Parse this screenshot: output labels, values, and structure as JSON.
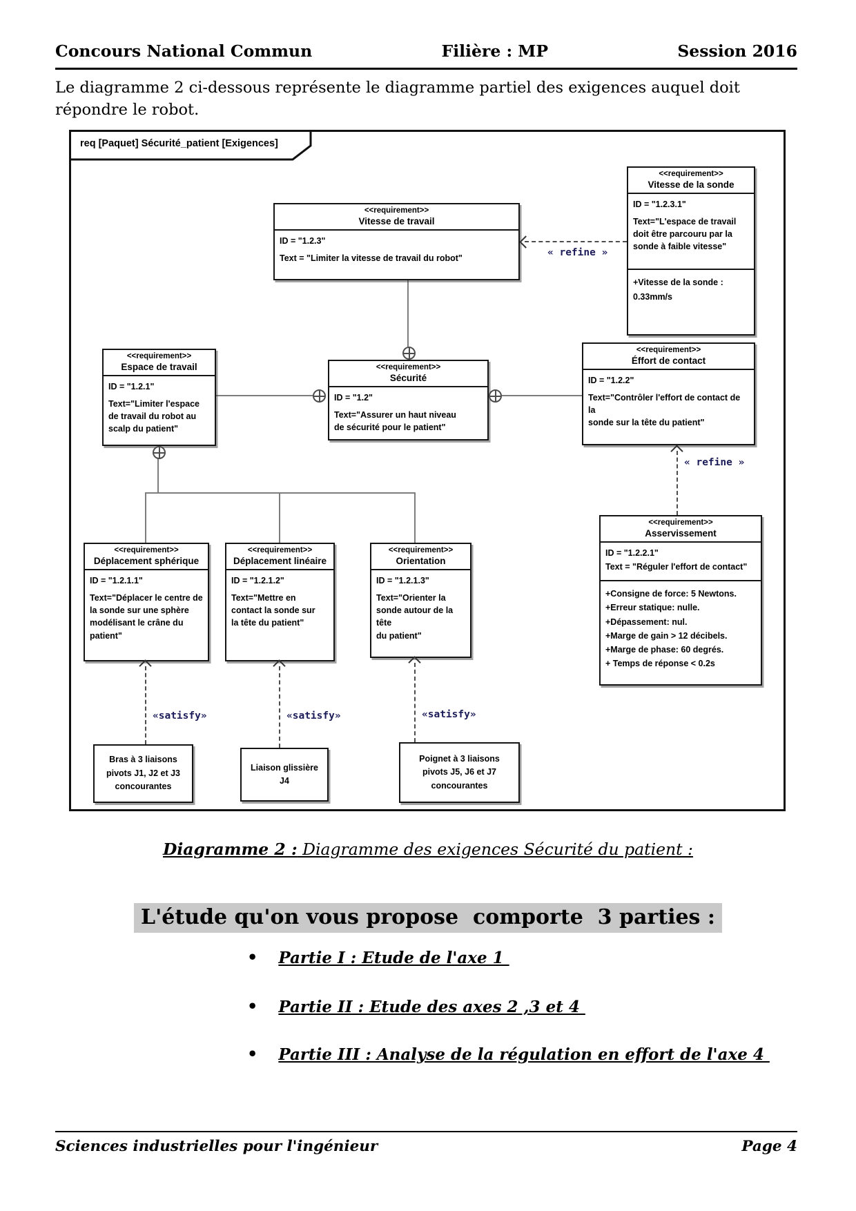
{
  "header": {
    "left": "Concours National Commun",
    "center": "Filière : MP",
    "right": "Session 2016"
  },
  "intro": "Le diagramme 2  ci-dessous représente le diagramme partiel des exigences auquel doit\nrépondre le robot.",
  "diagram": {
    "frame_label": "req [Paquet] Sécurité_patient [Exigences]",
    "stereotype": "<<requirement>>",
    "refine_label": "« refine »",
    "satisfy_label": "«satisfy»",
    "boxes": {
      "vitesse_travail": {
        "name": "Vitesse de travail",
        "id": "ID = \"1.2.3\"",
        "text": "Text = \"Limiter la vitesse de travail du robot\""
      },
      "vitesse_sonde": {
        "name": "Vitesse de la sonde",
        "id": "ID = \"1.2.3.1\"",
        "text": "Text=\"L'espace de travail\ndoit être parcouru par la\nsonde à faible vitesse\"",
        "attrs": "+Vitesse de la sonde :\n0.33mm/s"
      },
      "espace_travail": {
        "name": "Espace de travail",
        "id": "ID = \"1.2.1\"",
        "text": "Text=\"Limiter l'espace\nde travail du robot au\nscalp du patient\""
      },
      "securite": {
        "name": "Sécurité",
        "id": "ID = \"1.2\"",
        "text": "Text=\"Assurer un haut niveau\nde sécurité pour le patient\""
      },
      "effort_contact": {
        "name": "Éffort de contact",
        "id": "ID = \"1.2.2\"",
        "text": "Text=\"Contrôler l'effort de contact de la\nsonde sur la tête du patient\""
      },
      "asservissement": {
        "name": "Asservissement",
        "id": "ID = \"1.2.2.1\"",
        "text": "Text = \"Réguler l'effort de contact\"",
        "attrs": "+Consigne de force: 5 Newtons.\n+Erreur statique: nulle.\n+Dépassement: nul.\n+Marge de gain > 12 décibels.\n+Marge de phase: 60 degrés.\n+ Temps de réponse < 0.2s"
      },
      "dep_spherique": {
        "name": "Déplacement sphérique",
        "id": "ID = \"1.2.1.1\"",
        "text": "Text=\"Déplacer le centre de\nla sonde sur une sphère\nmodélisant le crâne  du\npatient\""
      },
      "dep_lineaire": {
        "name": "Déplacement linéaire",
        "id": "ID = \"1.2.1.2\"",
        "text": "Text=\"Mettre en\ncontact la sonde sur\nla tête du patient\""
      },
      "orientation": {
        "name": "Orientation",
        "id": "ID = \"1.2.1.3\"",
        "text": "Text=\"Orienter la\nsonde autour de la tête\ndu patient\""
      }
    },
    "actions": {
      "bras": "Bras à 3 liaisons\npivots J1, J2 et J3\nconcourantes",
      "glissiere": "Liaison glissière\nJ4",
      "poignet": "Poignet  à 3 liaisons\npivots J5, J6 et J7\nconcourantes"
    }
  },
  "caption": {
    "label": "Diagramme 2 :",
    "text": " Diagramme des exigences Sécurité du patient :"
  },
  "study": {
    "heading": "L'étude qu'on vous propose  comporte  3 parties :"
  },
  "parts": [
    "Partie I : Etude de l'axe 1 ",
    "Partie II : Etude des axes 2 ,3 et 4 ",
    "Partie III : Analyse de la régulation en effort de l'axe 4 "
  ],
  "footer": {
    "left": "Sciences industrielles pour l'ingénieur",
    "right": "Page 4"
  }
}
